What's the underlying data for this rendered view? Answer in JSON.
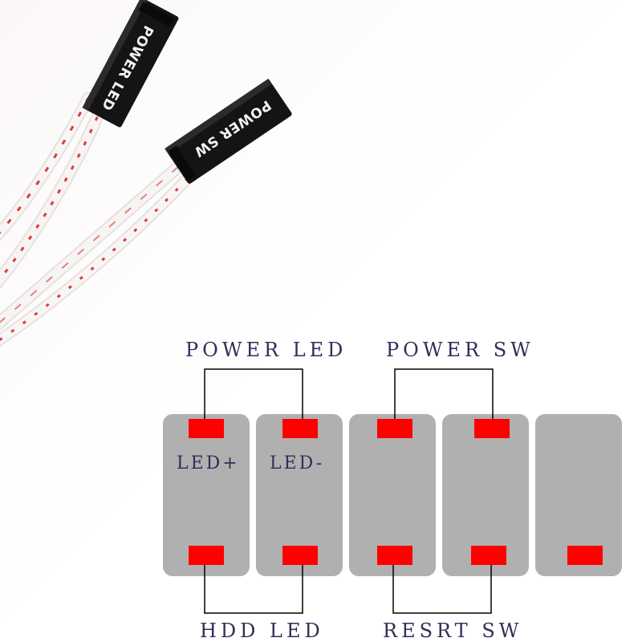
{
  "photo": {
    "connectors": [
      {
        "label": "POWER LED"
      },
      {
        "label": "POWER SW"
      }
    ],
    "wire_colors": {
      "insulation": "#f4f0f0",
      "stripe": "#e03a3a",
      "housing": "#141414"
    }
  },
  "diagram": {
    "top_labels": {
      "power_led": "POWER LED",
      "power_sw": "POWER SW"
    },
    "bottom_labels": {
      "hdd_led": "HDD LED",
      "reset_sw": "RESRT SW"
    },
    "pin_labels": {
      "led_plus": "LED+",
      "led_minus": "LED-"
    },
    "colors": {
      "block": "#b0b0b0",
      "pin": "#ff0000",
      "text": "#2f2f5a",
      "line": "#000000"
    }
  }
}
